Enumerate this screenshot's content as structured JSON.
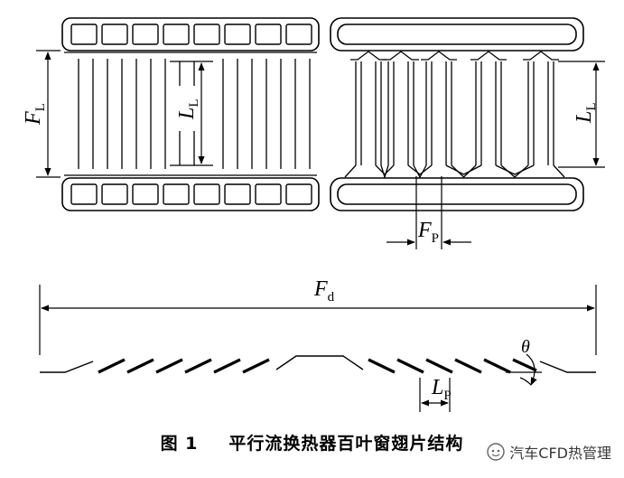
{
  "labels": {
    "fin_pitch_left": "F",
    "fin_pitch_left_sub": "L",
    "louver_length_left": "L",
    "louver_length_left_sub": "L",
    "louver_length_right": "L",
    "louver_length_right_sub": "L",
    "fin_pitch": "F",
    "fin_pitch_sub": "P",
    "fin_depth": "F",
    "fin_depth_sub": "d",
    "louver_pitch": "L",
    "louver_pitch_sub": "P",
    "louver_angle": "θ"
  },
  "caption": {
    "prefix": "图 1",
    "title": "平行流换热器百叶窗翅片结构"
  },
  "watermark": {
    "text": "汽车CFD热管理",
    "icon": "wechat-icon"
  }
}
